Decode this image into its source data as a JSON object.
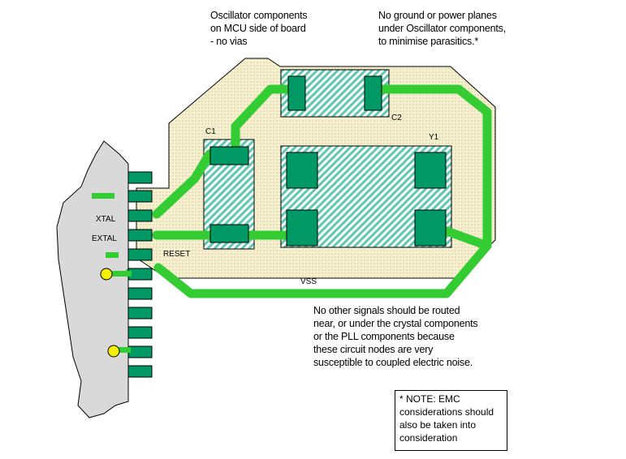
{
  "labels": {
    "c1": "C1",
    "c2": "C2",
    "y1": "Y1",
    "xtal": "XTAL",
    "extal": "EXTAL",
    "reset": "RESET",
    "vss": "VSS"
  },
  "annotations": {
    "oscillator_side": "Oscillator components\non MCU side of board\n- no vias",
    "no_planes": "No ground or power planes\nunder Oscillator components,\nto minimise parasitics.*",
    "no_signals": "No other signals should be routed\nnear, or under the crystal components\nor the PLL components because\nthese circuit nodes are very\nsusceptible to coupled electric noise.",
    "note": "* NOTE: EMC\nconsiderations should\nalso be taken into\nconsideration"
  },
  "colors": {
    "trace_green": "#33cc33",
    "pad_green": "#009966",
    "board_beige": "#f7f0cf",
    "mcu_gray": "#d9d9d9",
    "hatch_teal": "#7fd6c4",
    "via_yellow": "#f5ef00"
  }
}
